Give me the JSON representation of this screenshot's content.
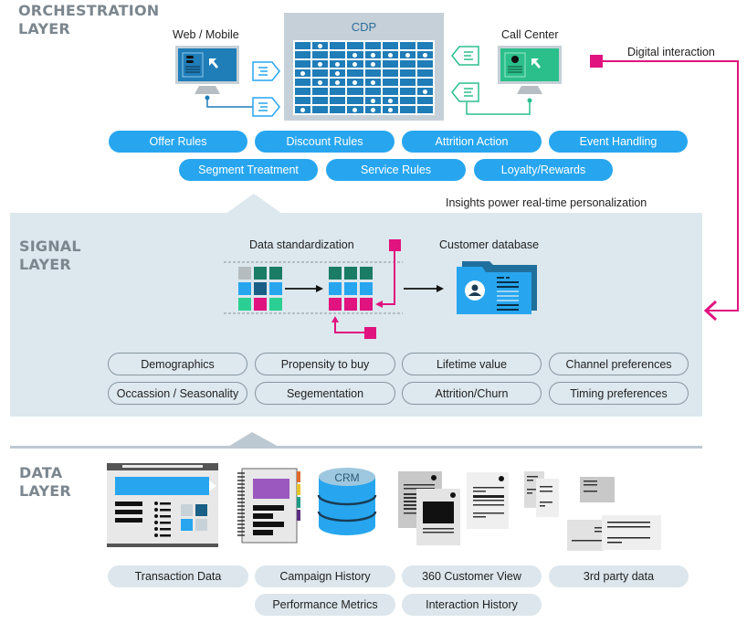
{
  "orchestration": {
    "title_line1": "ORCHESTRATION",
    "title_line2": "LAYER",
    "web_mobile_label": "Web / Mobile",
    "cdp_label": "CDP",
    "call_center_label": "Call Center",
    "digital_interaction_label": "Digital interaction",
    "rules_row1": [
      "Offer Rules",
      "Discount Rules",
      "Attrition Action",
      "Event Handling"
    ],
    "rules_row2": [
      "Segment Treatment",
      "Service Rules",
      "Loyalty/Rewards"
    ],
    "insights_caption": "Insights power real-time personalization",
    "cdp_grid_dots": [
      [
        0,
        1,
        0,
        0,
        0,
        0,
        0,
        0
      ],
      [
        0,
        0,
        0,
        1,
        1,
        1,
        1,
        1
      ],
      [
        0,
        1,
        1,
        1,
        1,
        0,
        0,
        0
      ],
      [
        1,
        0,
        1,
        0,
        0,
        0,
        0,
        0
      ],
      [
        0,
        1,
        1,
        1,
        1,
        0,
        0,
        0
      ],
      [
        0,
        0,
        0,
        0,
        0,
        0,
        0,
        1
      ],
      [
        0,
        0,
        0,
        0,
        1,
        1,
        0,
        0
      ],
      [
        1,
        0,
        0,
        1,
        1,
        1,
        0,
        0
      ]
    ]
  },
  "signal": {
    "title_line1": "SIGNAL",
    "title_line2": "LAYER",
    "data_standardization_label": "Data standardization",
    "customer_database_label": "Customer database",
    "attributes_row1": [
      "Demographics",
      "Propensity to buy",
      "Lifetime value",
      "Channel preferences"
    ],
    "attributes_row2": [
      "Occassion / Seasonality",
      "Segementation",
      "Attrition/Churn",
      "Timing preferences"
    ]
  },
  "data": {
    "title_line1": "DATA",
    "title_line2": "LAYER",
    "crm_label": "CRM",
    "sources_row1": [
      "Transaction Data",
      "Campaign History",
      "360 Customer View",
      "3rd party data"
    ],
    "sources_row2": [
      "Performance Metrics",
      "Interaction History"
    ]
  },
  "colors": {
    "accent_blue": "#27a6ef",
    "dark_blue": "#1f7db8",
    "teal": "#2bbf8c",
    "magenta": "#e0137f",
    "layer_gray": "#7b868e",
    "signal_bg": "#dce7ee"
  }
}
